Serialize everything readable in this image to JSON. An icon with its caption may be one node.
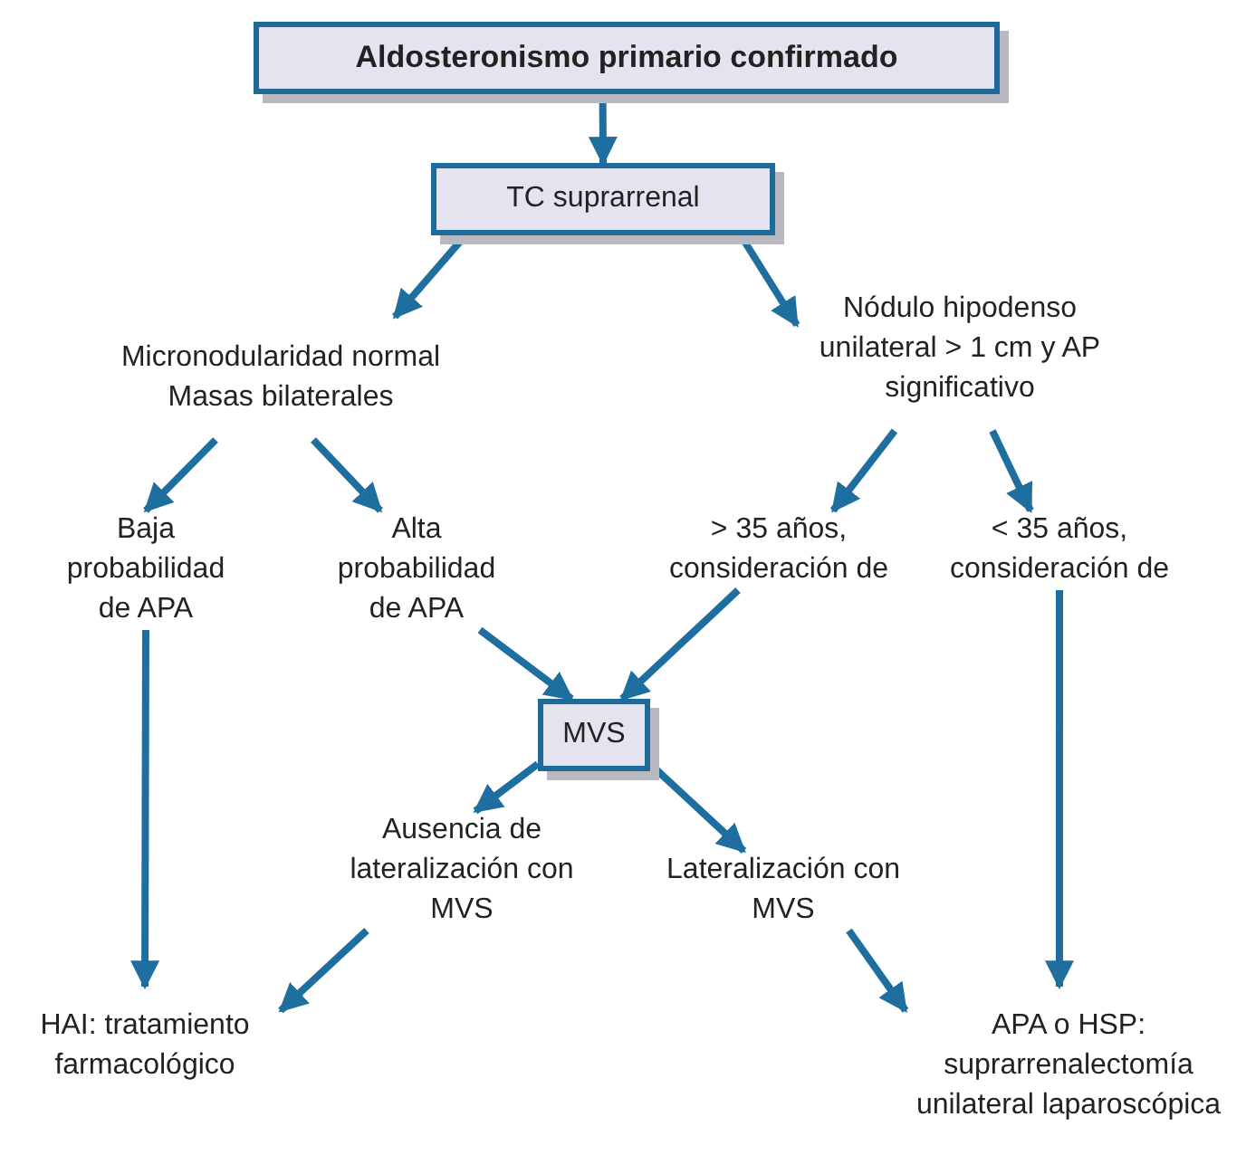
{
  "diagram": {
    "nodes": [
      {
        "text": [
          "Aldosteronismo primario confirmado"
        ]
      },
      {
        "text": [
          "TC suprarrenal"
        ]
      },
      {
        "text": [
          "Micronodularidad normal Masas bilaterales"
        ]
      },
      {
        "text": [
          "Nódulo hipodenso unilateral > 1 cm y AP significativo"
        ]
      },
      {
        "text": [
          "Baja probabilidad de APA"
        ]
      },
      {
        "text": [
          "Alta probabilidad de APA"
        ]
      },
      {
        "text": [
          "> 35 años, consideración de"
        ]
      },
      {
        "text": [
          "< 35 años, consideración de"
        ]
      },
      {
        "text": [
          "MVS"
        ]
      },
      {
        "text": [
          "Ausencia de lateralización con MVS"
        ]
      },
      {
        "text": [
          "Lateralización con MVS"
        ]
      },
      {
        "text": [
          "HAI: tratamiento farmacológico"
        ]
      },
      {
        "text": [
          "APA o HSP: suprarrenalectomía unilateral laparoscópica"
        ]
      }
    ],
    "edges": [
      {
        "from": 0,
        "to": 1,
        "arrow": "to"
      },
      {
        "from": 1,
        "to": 2,
        "arrow": "to"
      },
      {
        "from": 1,
        "to": 3,
        "arrow": "to"
      },
      {
        "from": 2,
        "to": 4,
        "arrow": "to"
      },
      {
        "from": 2,
        "to": 5,
        "arrow": "to"
      },
      {
        "from": 3,
        "to": 6,
        "arrow": "to"
      },
      {
        "from": 3,
        "to": 7,
        "arrow": "to"
      },
      {
        "from": 5,
        "to": 8,
        "arrow": "to"
      },
      {
        "from": 6,
        "to": 8,
        "arrow": "to"
      },
      {
        "from": 7,
        "to": 12,
        "arrow": "to"
      },
      {
        "from": 4,
        "to": 11,
        "arrow": "to"
      },
      {
        "from": 8,
        "to": 9,
        "arrow": "to"
      },
      {
        "from": 8,
        "to": 10,
        "arrow": "to"
      },
      {
        "from": 9,
        "to": 11,
        "arrow": "to"
      },
      {
        "from": 10,
        "to": 12,
        "arrow": "to"
      }
    ]
  }
}
